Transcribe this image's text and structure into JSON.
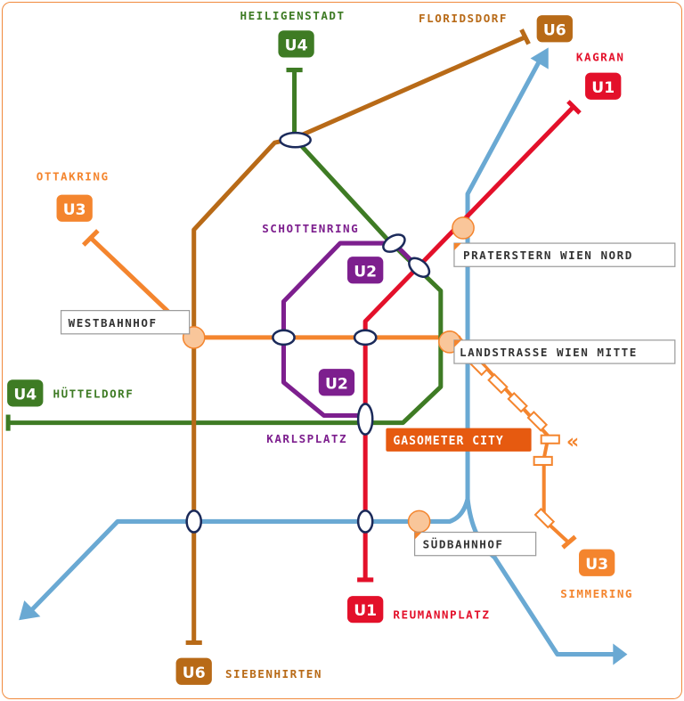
{
  "colors": {
    "u1": "#e3102a",
    "u2": "#7d1f8e",
    "u3": "#f4852e",
    "u4": "#3e7b24",
    "u6": "#b86a17",
    "s_bahn": "#6aa9d3",
    "gasometer": "#e65a10",
    "frame": "#f08a3c"
  },
  "lines": {
    "u1": "U1",
    "u2": "U2",
    "u3": "U3",
    "u4": "U4",
    "u6": "U6"
  },
  "terminals": {
    "heiligenstadt": "HEILIGENSTADT",
    "floridsdorf": "FLORIDSDORF",
    "kagran": "KAGRAN",
    "ottakring": "OTTAKRING",
    "huetteldorf": "HÜTTELDORF",
    "siebenhirten": "SIEBENHIRTEN",
    "reumannplatz": "REUMANNPLATZ",
    "simmering": "SIMMERING"
  },
  "stations": {
    "schottenring": "SCHOTTENRING",
    "karlsplatz": "KARLSPLATZ"
  },
  "boxed_stations": {
    "praterstern": "PRATERSTERN WIEN NORD",
    "westbahnhof": "WESTBAHNHOF",
    "landstrasse": "LANDSTRASSE WIEN MITTE",
    "suedbahnhof": "SÜDBAHNHOF"
  },
  "highlight": {
    "gasometer": "GASOMETER CITY",
    "arrow_glyph": "«"
  }
}
